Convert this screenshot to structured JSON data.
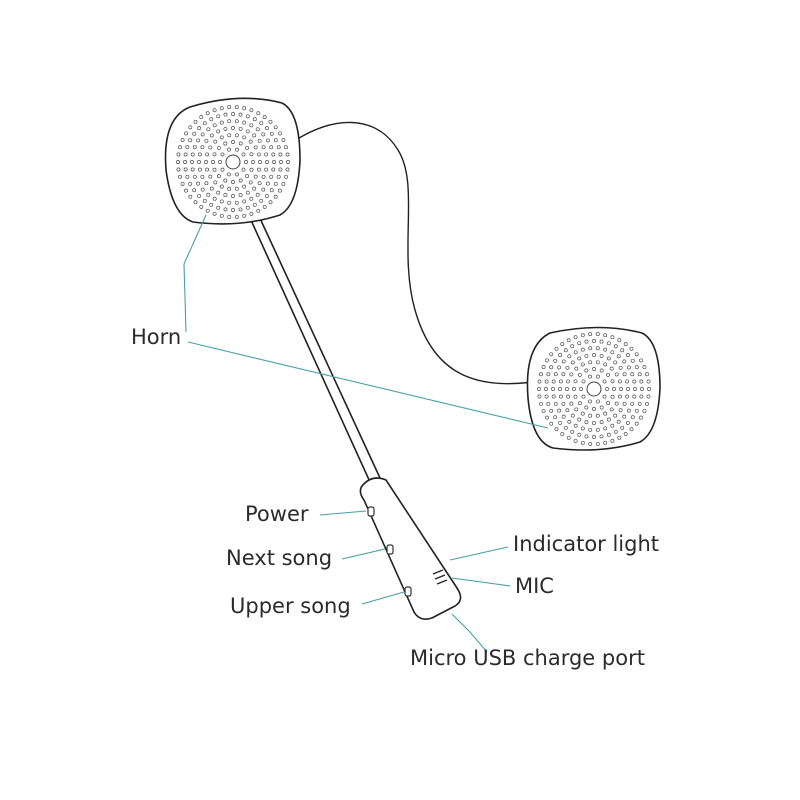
{
  "diagram": {
    "labels": {
      "horn": "Horn",
      "power": "Power",
      "next_song": "Next song",
      "upper_song": "Upper song",
      "indicator_light": "Indicator light",
      "mic": "MIC",
      "usb_port": "Micro USB charge port"
    },
    "colors": {
      "outline": "#222222",
      "leader_line": "#4a9fa8",
      "text": "#2b2b2b",
      "background": "#ffffff"
    }
  }
}
